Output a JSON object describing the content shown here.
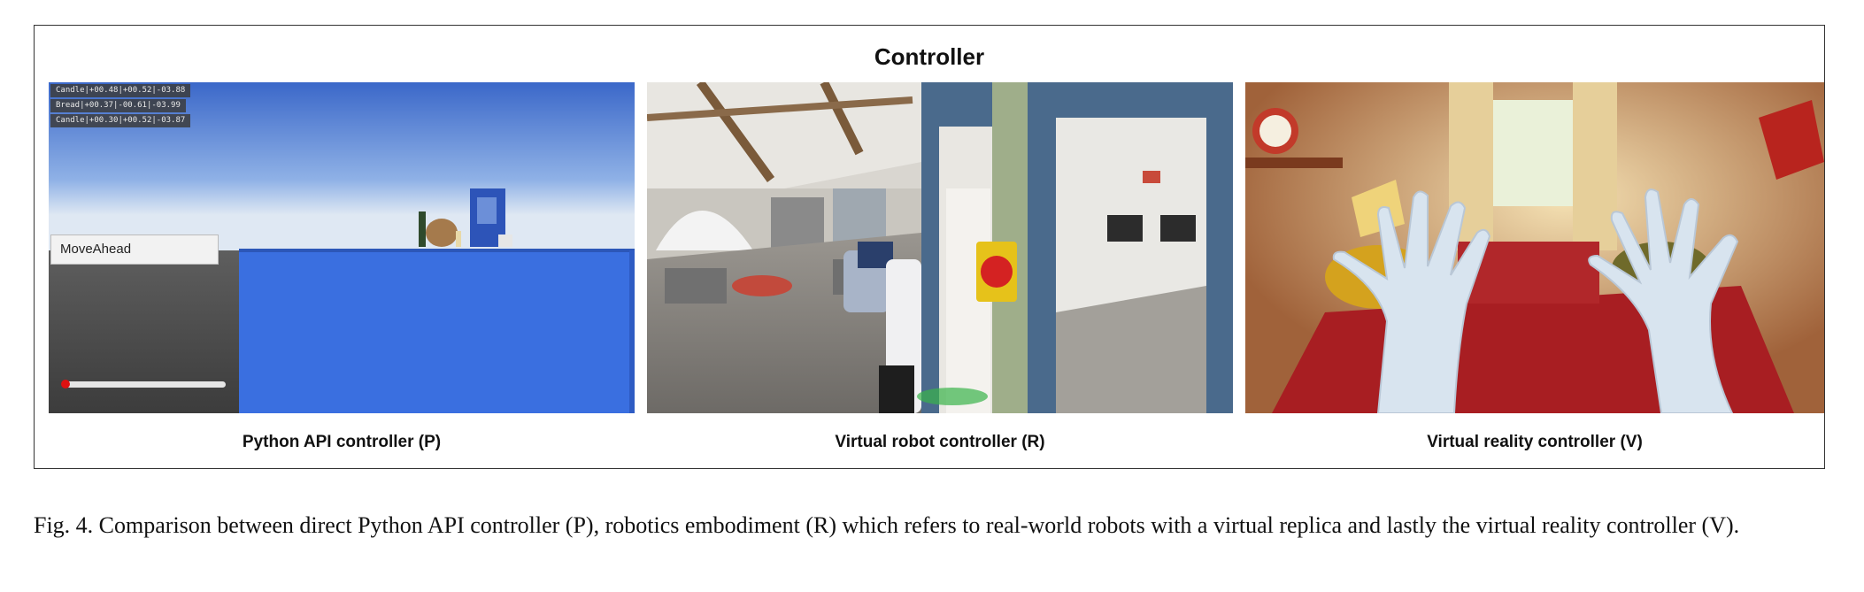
{
  "figure": {
    "title": "Controller",
    "panels": [
      {
        "label": "Python API controller (P)",
        "debug_lines": [
          "Candle|+00.48|+00.52|-03.88",
          "Bread|+00.37|-00.61|-03.99",
          "Candle|+00.30|+00.52|-03.87"
        ],
        "action_input": "MoveAhead"
      },
      {
        "label": "Virtual robot controller (R)"
      },
      {
        "label": "Virtual reality controller (V)"
      }
    ]
  },
  "caption": "Fig. 4.  Comparison between direct Python API controller (P), robotics embodiment (R) which refers to real-world robots with a virtual replica and lastly the virtual reality controller (V)."
}
